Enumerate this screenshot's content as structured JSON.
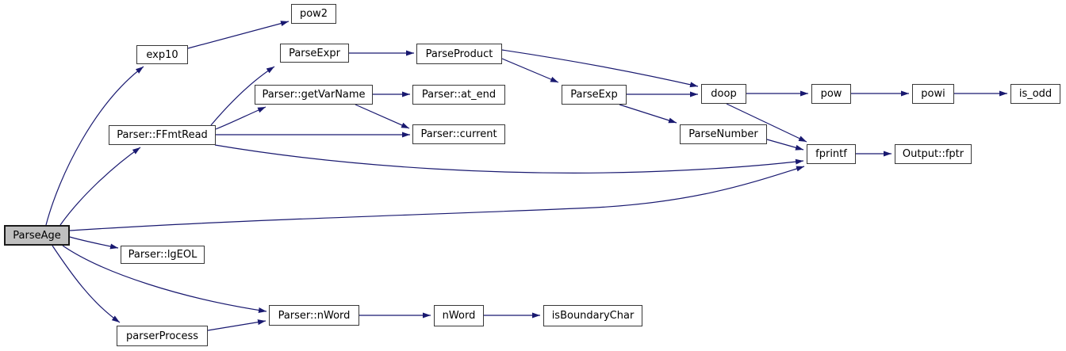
{
  "diagram": {
    "type": "call-graph",
    "colors": {
      "edge": "#191970",
      "node_border": "#383838",
      "node_fill": "#ffffff",
      "root_fill": "#bfbfbf",
      "background": "#ffffff"
    },
    "root_node": "ParseAge",
    "nodes": [
      {
        "id": "parseage",
        "label": "ParseAge",
        "root": true
      },
      {
        "id": "exp10",
        "label": "exp10"
      },
      {
        "id": "pow2",
        "label": "pow2"
      },
      {
        "id": "parseexpr",
        "label": "ParseExpr"
      },
      {
        "id": "parseproduct",
        "label": "ParseProduct"
      },
      {
        "id": "getvarname",
        "label": "Parser::getVarName"
      },
      {
        "id": "at-end",
        "label": "Parser::at_end"
      },
      {
        "id": "parseexp",
        "label": "ParseExp"
      },
      {
        "id": "doop",
        "label": "doop"
      },
      {
        "id": "pow",
        "label": "pow"
      },
      {
        "id": "powi",
        "label": "powi"
      },
      {
        "id": "is-odd",
        "label": "is_odd"
      },
      {
        "id": "ffmtread",
        "label": "Parser::FFmtRead"
      },
      {
        "id": "current",
        "label": "Parser::current"
      },
      {
        "id": "parsenumber",
        "label": "ParseNumber"
      },
      {
        "id": "fprintf",
        "label": "fprintf"
      },
      {
        "id": "output-fptr",
        "label": "Output::fptr"
      },
      {
        "id": "lgeol",
        "label": "Parser::lgEOL"
      },
      {
        "id": "parser-nword",
        "label": "Parser::nWord"
      },
      {
        "id": "nword",
        "label": "nWord"
      },
      {
        "id": "isboundarychar",
        "label": "isBoundaryChar"
      },
      {
        "id": "parserprocess",
        "label": "parserProcess"
      }
    ],
    "edges": [
      {
        "from": "ParseAge",
        "to": "exp10"
      },
      {
        "from": "ParseAge",
        "to": "Parser::FFmtRead"
      },
      {
        "from": "ParseAge",
        "to": "fprintf"
      },
      {
        "from": "ParseAge",
        "to": "Parser::lgEOL"
      },
      {
        "from": "ParseAge",
        "to": "Parser::nWord"
      },
      {
        "from": "ParseAge",
        "to": "parserProcess"
      },
      {
        "from": "exp10",
        "to": "pow2"
      },
      {
        "from": "Parser::FFmtRead",
        "to": "ParseExpr"
      },
      {
        "from": "Parser::FFmtRead",
        "to": "Parser::getVarName"
      },
      {
        "from": "Parser::FFmtRead",
        "to": "Parser::current"
      },
      {
        "from": "Parser::FFmtRead",
        "to": "fprintf"
      },
      {
        "from": "ParseExpr",
        "to": "ParseProduct"
      },
      {
        "from": "Parser::getVarName",
        "to": "Parser::at_end"
      },
      {
        "from": "Parser::getVarName",
        "to": "Parser::current"
      },
      {
        "from": "ParseProduct",
        "to": "ParseExp"
      },
      {
        "from": "ParseProduct",
        "to": "doop"
      },
      {
        "from": "ParseExp",
        "to": "doop"
      },
      {
        "from": "ParseExp",
        "to": "ParseNumber"
      },
      {
        "from": "ParseNumber",
        "to": "fprintf"
      },
      {
        "from": "doop",
        "to": "pow"
      },
      {
        "from": "doop",
        "to": "fprintf"
      },
      {
        "from": "pow",
        "to": "powi"
      },
      {
        "from": "powi",
        "to": "is_odd"
      },
      {
        "from": "fprintf",
        "to": "Output::fptr"
      },
      {
        "from": "parserProcess",
        "to": "Parser::nWord"
      },
      {
        "from": "Parser::nWord",
        "to": "nWord"
      },
      {
        "from": "nWord",
        "to": "isBoundaryChar"
      }
    ]
  }
}
